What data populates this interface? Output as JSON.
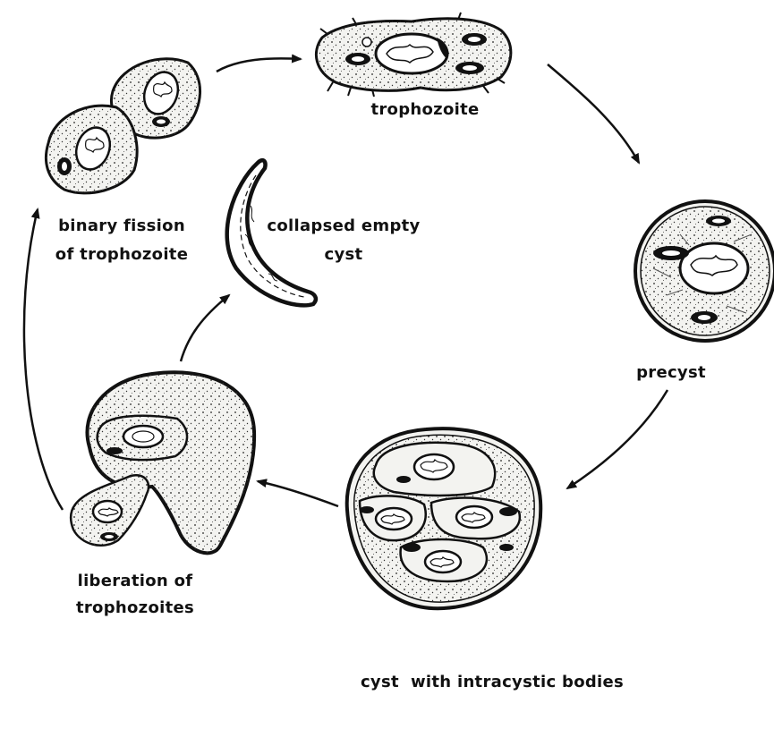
{
  "diagram": {
    "stages": [
      {
        "id": "trophozoite",
        "label_lines": [
          "trophozoite"
        ]
      },
      {
        "id": "precyst",
        "label_lines": [
          "precyst"
        ]
      },
      {
        "id": "cyst",
        "label_lines": [
          "cyst  with intracystic bodies"
        ]
      },
      {
        "id": "liberation",
        "label_lines": [
          "liberation of",
          "trophozoites"
        ]
      },
      {
        "id": "fission",
        "label_lines": [
          "binary fission",
          "of trophozoite"
        ]
      },
      {
        "id": "collapsed",
        "label_lines": [
          "collapsed empty",
          "cyst"
        ]
      }
    ],
    "colors": {
      "ink": "#111111",
      "cell_fill": "#f3f3f0",
      "background": "#ffffff"
    }
  }
}
